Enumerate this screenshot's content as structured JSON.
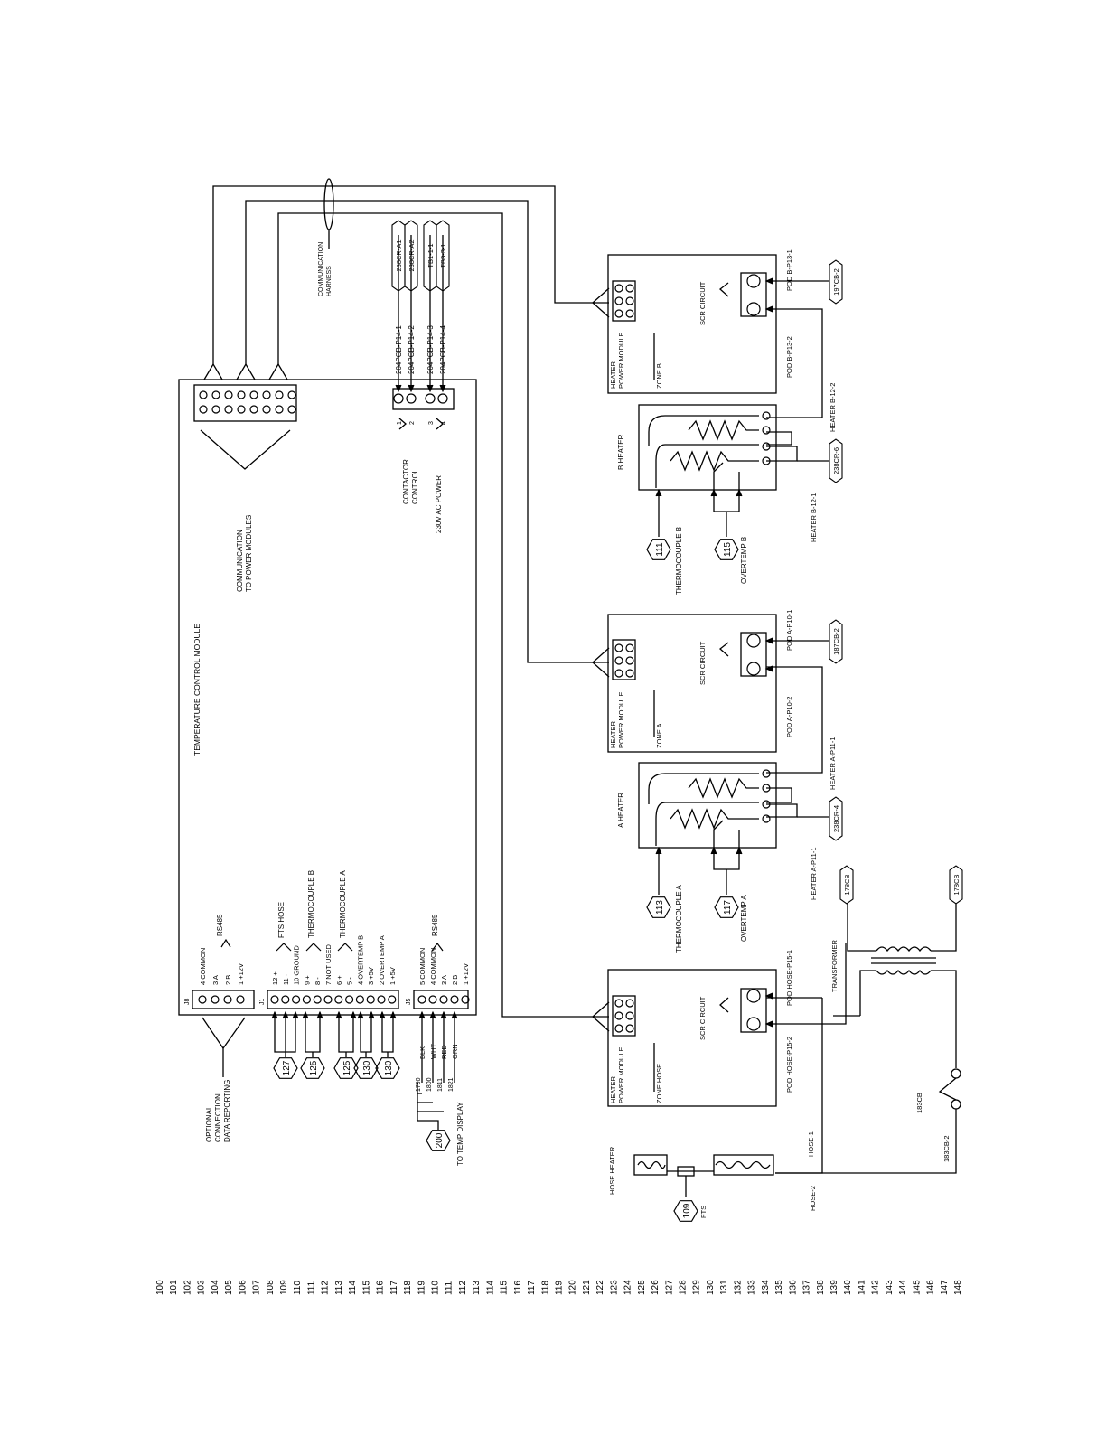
{
  "tcm": {
    "title": "TEMPERATURE CONTROL MODULE",
    "comm_to_modules": [
      "COMMUNICATION",
      "TO POWER MODULES"
    ],
    "comm_harness": [
      "COMMUNICATION",
      "HARNESS"
    ],
    "contactor_control": [
      "CONTACTOR",
      "CONTROL"
    ],
    "ac_power": "230V AC POWER",
    "optional_reporting": [
      "OPTIONAL",
      "CONNECTION",
      "DATA REPORTING"
    ]
  },
  "contactor_pins": [
    "1",
    "2",
    "3",
    "4"
  ],
  "contactor_wires": [
    "204PCB-P14-1",
    "204PCB-P14-2",
    "204PCB-P14-3",
    "204PCB-P14-4"
  ],
  "contactor_tags": [
    "238CR-A1",
    "238CR-A2",
    "TB1-1-1",
    "TB3-3-1"
  ],
  "connectors": {
    "j8": {
      "name": "J8",
      "pins": [
        "4 COMMON",
        "3 A",
        "2 B",
        "1 +12V"
      ],
      "groups": [
        "RS485"
      ]
    },
    "j1": {
      "name": "J1",
      "pins": [
        "12 +",
        "11 -",
        "10 GROUND",
        "9 +",
        "8 -",
        "7 NOT USED",
        "6 +",
        "5 -",
        "4 OVERTEMP B",
        "3 +5V",
        "2 OVERTEMP A",
        "1 +5V"
      ],
      "groups": [
        "FTS HOSE",
        "THERMOCOUPLE B",
        "THERMOCOUPLE A"
      ]
    },
    "j5": {
      "name": "J5",
      "pins": [
        "5 COMMON",
        "4 COMMON",
        "3 A",
        "2 B",
        "1 +12V"
      ],
      "groups": [
        "RS485"
      ]
    }
  },
  "j1_refs": [
    "127",
    "125",
    "125",
    "130",
    "130"
  ],
  "j5_colors": [
    "BLK",
    "WHT",
    "RED",
    "GRN"
  ],
  "j5_wires": [
    "1790",
    "1800",
    "1811",
    "1821"
  ],
  "temp_display": {
    "ref": "200",
    "label": "TO TEMP DISPLAY"
  },
  "modules": [
    {
      "heading": [
        "HEATER",
        "POWER MODULE"
      ],
      "zone": "ZONE B",
      "scr": "SCR CIRCUIT",
      "pod_out": "POD B-P13-1",
      "pod_in": "POD B-P13-2",
      "breaker": "197CB-2"
    },
    {
      "heading": [
        "HEATER",
        "POWER MODULE"
      ],
      "zone": "ZONE A",
      "scr": "SCR CIRCUIT",
      "pod_out": "POD A-P10-1",
      "pod_in": "POD A-P10-2",
      "breaker": "187CB-2"
    },
    {
      "heading": [
        "HEATER",
        "POWER MODULE"
      ],
      "zone": "ZONE HOSE",
      "scr": "SCR CIRCUIT",
      "pod_out": "POD HOSE-P15-1",
      "pod_in": "POD HOSE-P15-2",
      "breaker": ""
    }
  ],
  "heaters": [
    {
      "name": "B HEATER",
      "wire_top": "HEATER B-12-2",
      "wire_bottom": "HEATER B-12-1",
      "contactor": "238CR-6",
      "tc_ref": "111",
      "tc_label": "THERMOCOUPLE B",
      "ot_ref": "115",
      "ot_label": "OVERTEMP B"
    },
    {
      "name": "A HEATER",
      "wire_top": "HEATER A-P11-1",
      "wire_bottom": "HEATER A-P11-1",
      "contactor": "238CR-4",
      "tc_ref": "113",
      "tc_label": "THERMOCOUPLE A",
      "ot_ref": "117",
      "ot_label": "OVERTEMP A"
    }
  ],
  "transformer": {
    "label": "TRANSFORMER",
    "tag_left": "178CB",
    "tag_right": "178CB"
  },
  "breaker": {
    "name": "183CB",
    "wire": "183CB-2"
  },
  "hose": {
    "name": "HOSE HEATER",
    "wire1": "HOSE-1",
    "wire2": "HOSE-2",
    "fts_ref": "109",
    "fts_label": "FTS"
  },
  "line_numbers": [
    "100",
    "101",
    "102",
    "103",
    "104",
    "105",
    "106",
    "107",
    "108",
    "109",
    "110",
    "111",
    "112",
    "113",
    "114",
    "115",
    "116",
    "117",
    "118",
    "119",
    "110",
    "111",
    "112",
    "113",
    "114",
    "115",
    "116",
    "117",
    "118",
    "119",
    "120",
    "121",
    "122",
    "123",
    "124",
    "125",
    "126",
    "127",
    "128",
    "129",
    "130",
    "131",
    "132",
    "133",
    "134",
    "135",
    "136",
    "137",
    "138",
    "139",
    "140",
    "141",
    "142",
    "143",
    "144",
    "145",
    "146",
    "147",
    "148"
  ]
}
